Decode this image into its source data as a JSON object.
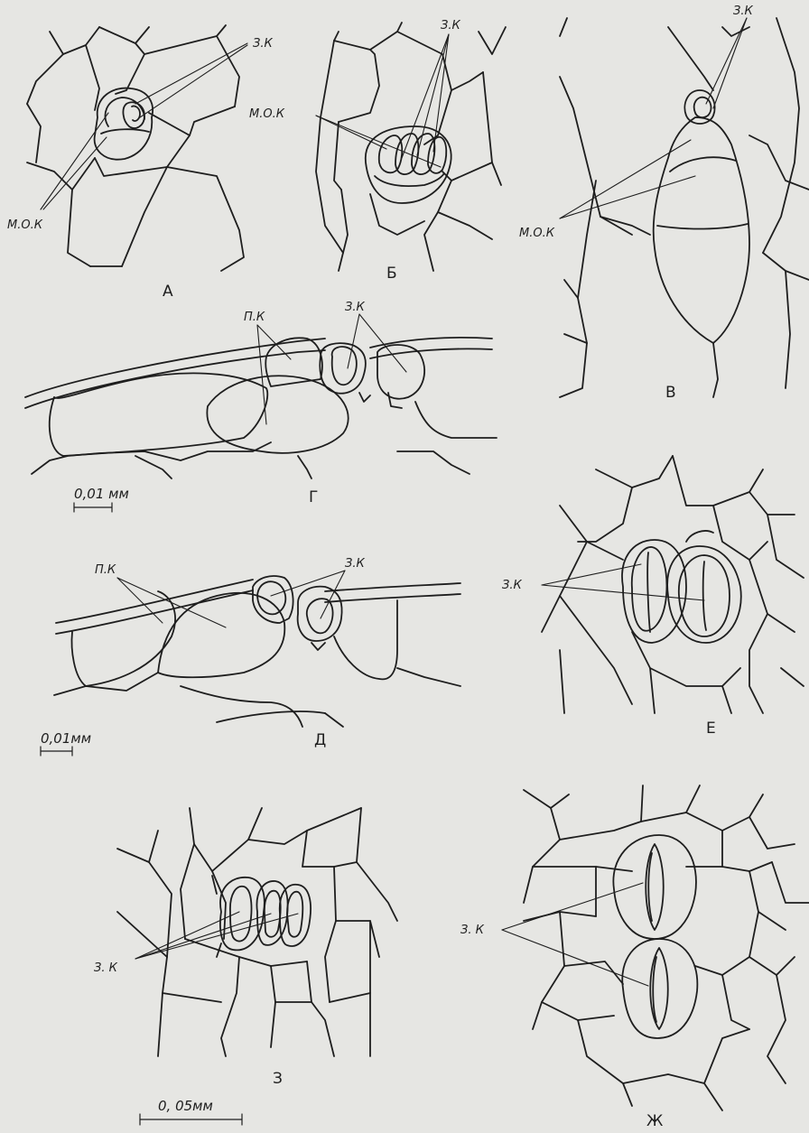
{
  "labels": {
    "guard_cell": "З.К",
    "guard_cell_spaced": "З. К",
    "mother_cell": "М.О.К",
    "subsidiary_cell": "П.К"
  },
  "panels": {
    "a": "А",
    "b": "Б",
    "v": "В",
    "g": "Г",
    "d": "Д",
    "e": "Е",
    "zh": "Ж",
    "z": "З"
  },
  "scales": {
    "g": "0,01 мм",
    "d": "0,01мм",
    "z": "0, 05мм"
  },
  "colors": {
    "background": "#e6e6e3",
    "ink": "#1e1e1e"
  }
}
